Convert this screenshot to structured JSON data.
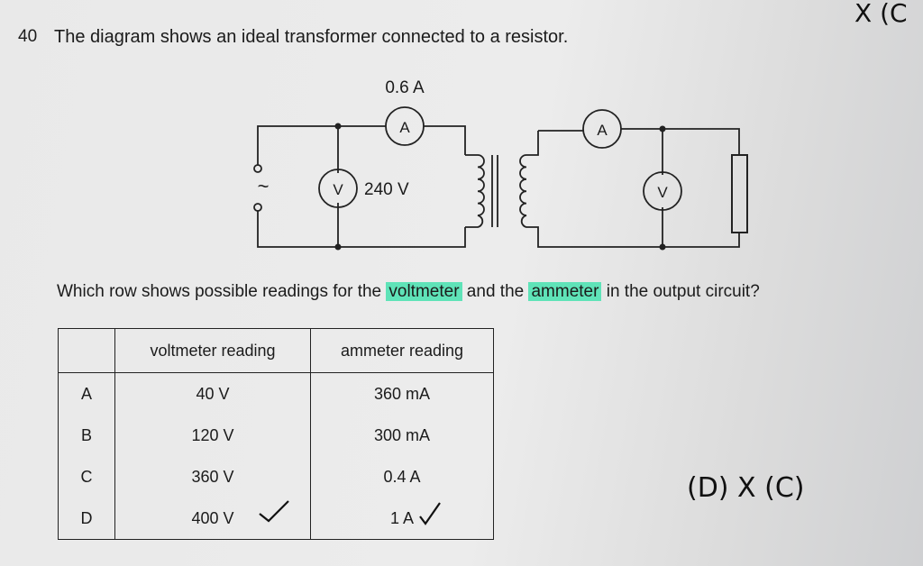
{
  "question": {
    "number": "40",
    "text": "The diagram shows an ideal transformer connected to a resistor.",
    "prompt_before": "Which row shows possible readings for the ",
    "prompt_voltmeter": "voltmeter",
    "prompt_middle": " and the ",
    "prompt_ammeter": "ammeter",
    "prompt_after": " in the output circuit?"
  },
  "circuit": {
    "current_label": "0.6 A",
    "ammeter_symbol": "A",
    "voltmeter_symbol": "V",
    "voltage_label": "240 V",
    "ac_symbol": "~"
  },
  "table": {
    "headers": [
      "",
      "voltmeter reading",
      "ammeter reading"
    ],
    "rows": [
      {
        "option": "A",
        "voltmeter": "40 V",
        "ammeter": "360 mA"
      },
      {
        "option": "B",
        "voltmeter": "120 V",
        "ammeter": "300 mA"
      },
      {
        "option": "C",
        "voltmeter": "360 V",
        "ammeter": "0.4 A"
      },
      {
        "option": "D",
        "voltmeter": "400 V",
        "ammeter": "1 A"
      }
    ]
  },
  "handwriting": {
    "top_right": "X (C",
    "bottom_right": "(D)  X (C)"
  },
  "colors": {
    "highlight": "#5fe3b8"
  }
}
